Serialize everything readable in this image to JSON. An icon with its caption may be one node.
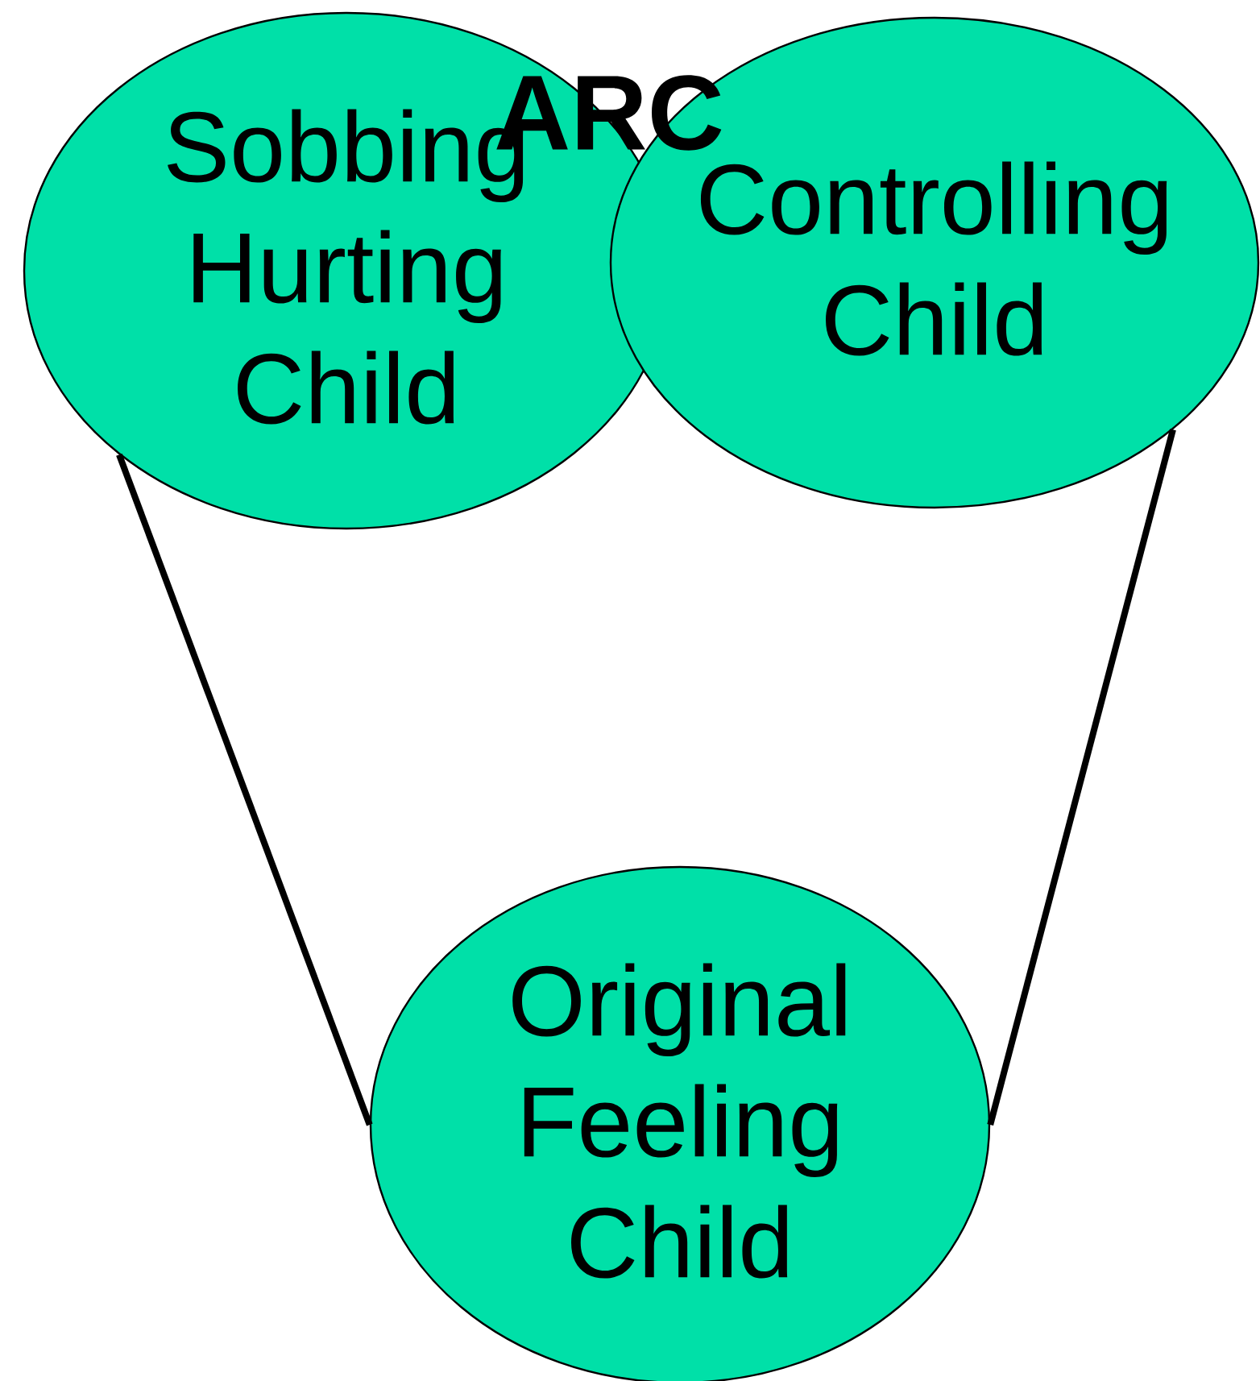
{
  "diagram": {
    "title": "ARC",
    "nodes": [
      {
        "text": [
          "Sobbing Hurting Child"
        ]
      },
      {
        "text": [
          "Controlling Child"
        ]
      },
      {
        "text": [
          "Original Feeling Child"
        ]
      }
    ],
    "edges": [
      {
        "from": 0,
        "to": 2,
        "arrow": "none"
      },
      {
        "from": 1,
        "to": 2,
        "arrow": "none"
      }
    ]
  }
}
